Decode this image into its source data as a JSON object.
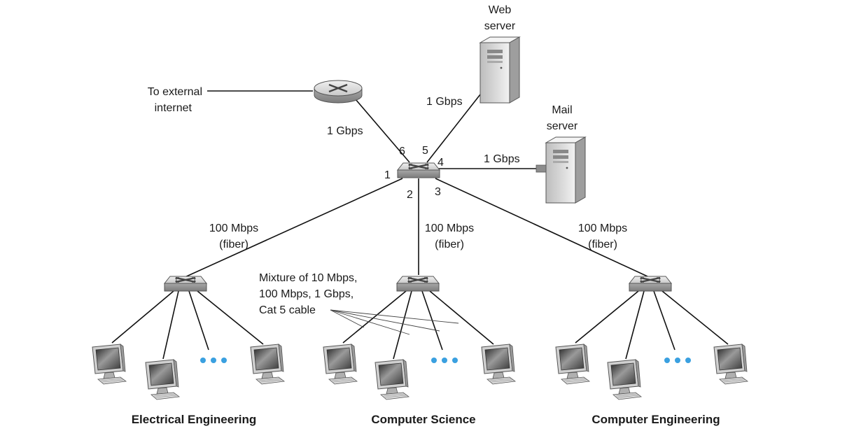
{
  "external": {
    "line1": "To external",
    "line2": "internet"
  },
  "web_server": {
    "line1": "Web",
    "line2": "server"
  },
  "mail_server": {
    "line1": "Mail",
    "line2": "server"
  },
  "links": {
    "router": "1 Gbps",
    "web": "1 Gbps",
    "mail": "1 Gbps",
    "ee": {
      "line1": "100 Mbps",
      "line2": "(fiber)"
    },
    "cs": {
      "line1": "100 Mbps",
      "line2": "(fiber)"
    },
    "ce": {
      "line1": "100 Mbps",
      "line2": "(fiber)"
    }
  },
  "ports": {
    "p1": "1",
    "p2": "2",
    "p3": "3",
    "p4": "4",
    "p5": "5",
    "p6": "6"
  },
  "mixture": {
    "line1": "Mixture of 10 Mbps,",
    "line2": "100 Mbps, 1 Gbps,",
    "line3": "Cat 5 cable"
  },
  "departments": {
    "ee": "Electrical Engineering",
    "cs": "Computer Science",
    "ce": "Computer Engineering"
  },
  "colors": {
    "device_light": "#d9d9d9",
    "device_dark": "#8c8c8c",
    "dots": "#3aa0e0"
  }
}
